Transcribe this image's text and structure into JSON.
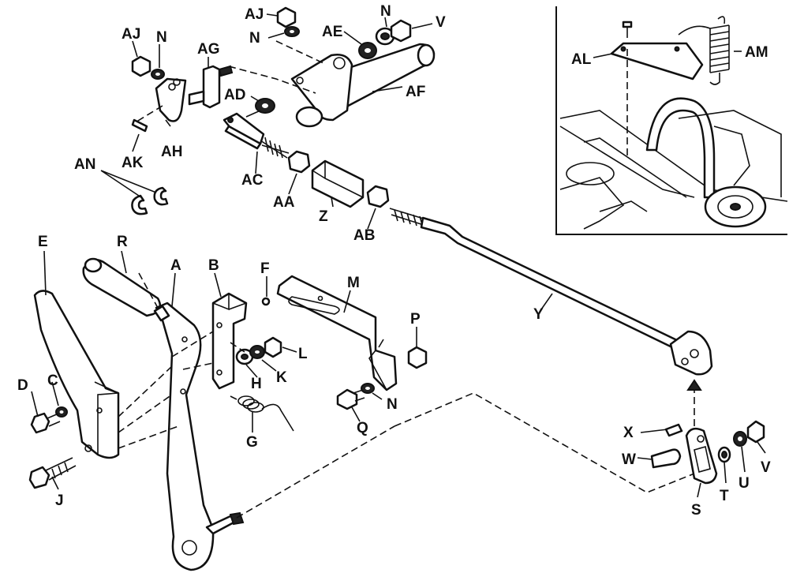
{
  "diagram": {
    "style": "exploded parts diagram, black line art on white",
    "labels": {
      "A": "A",
      "B": "B",
      "C": "C",
      "D": "D",
      "E": "E",
      "F": "F",
      "G": "G",
      "H": "H",
      "J": "J",
      "K": "K",
      "L": "L",
      "M": "M",
      "N": "N",
      "P": "P",
      "Q": "Q",
      "R": "R",
      "S": "S",
      "T": "T",
      "U": "U",
      "V": "V",
      "W": "W",
      "X": "X",
      "Y": "Y",
      "Z": "Z",
      "AA": "AA",
      "AB": "AB",
      "AC": "AC",
      "AD": "AD",
      "AE": "AE",
      "AF": "AF",
      "AG": "AG",
      "AH": "AH",
      "AJ": "AJ",
      "AK": "AK",
      "AL": "AL",
      "AM": "AM",
      "AN": "AN"
    },
    "colors": {
      "line": "#111111",
      "background": "#ffffff"
    }
  }
}
